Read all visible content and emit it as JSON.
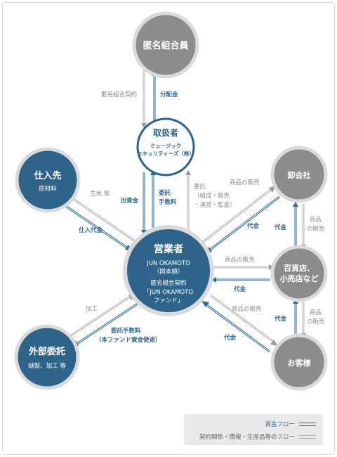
{
  "nodes": {
    "investors": {
      "title": "匿名組合員"
    },
    "handler": {
      "title": "取扱者",
      "sub1": "ミュージック",
      "sub2": "セキュリティーズ（株）"
    },
    "supplier": {
      "title": "仕入先",
      "sub": "原材料"
    },
    "operator": {
      "title": "営業者",
      "sub1": "JUN OKAMOTO",
      "sub2": "（岡本順）",
      "sub3": "匿名組合契約",
      "sub4": "「JUN OKAMOTO",
      "sub5": "ファンド」"
    },
    "outsourcing": {
      "title": "外部委託",
      "sub": "縫製、加工 等"
    },
    "wholesaler": {
      "title": "卸会社"
    },
    "retailer": {
      "title": "百貨店、",
      "title2": "小売店など"
    },
    "customer": {
      "title": "お客様"
    }
  },
  "labels": {
    "contract_top": "匿名組合契約",
    "dividend": "分配金",
    "investment": "出資金",
    "consign": "委託",
    "consign_fee": "手数料",
    "consign2": "委託",
    "consign2_detail1": "（組成・販売",
    "consign2_detail2": "・運営・監査）",
    "fabric": "生地 等",
    "purchase_pay": "仕入代金",
    "sale_ws": "商品の販売",
    "pay_ws": "代金",
    "pay_ws_r": "代金",
    "sale_ws_r1": "商品",
    "sale_ws_r2": "の販売",
    "sale_rt": "商品の販売",
    "pay_rt": "代金",
    "pay_rt_c": "代金",
    "sale_rt_c1": "商品",
    "sale_rt_c2": "の販売",
    "sale_cs": "商品の販売",
    "pay_cs": "代金",
    "processing": "加工",
    "out_fee1": "委託手数料",
    "out_fee2": "（本ファンド資金使途）"
  },
  "legend": {
    "money": "資金フロー",
    "other": "契約関係・情報・生産品等のフロー"
  },
  "colors": {
    "dark_node": "#2e6489",
    "gray_node": "#8c8c8c",
    "ring": "#dadada",
    "money_arrow": "#2f6a94",
    "other_arrow": "#9a9a9a"
  }
}
